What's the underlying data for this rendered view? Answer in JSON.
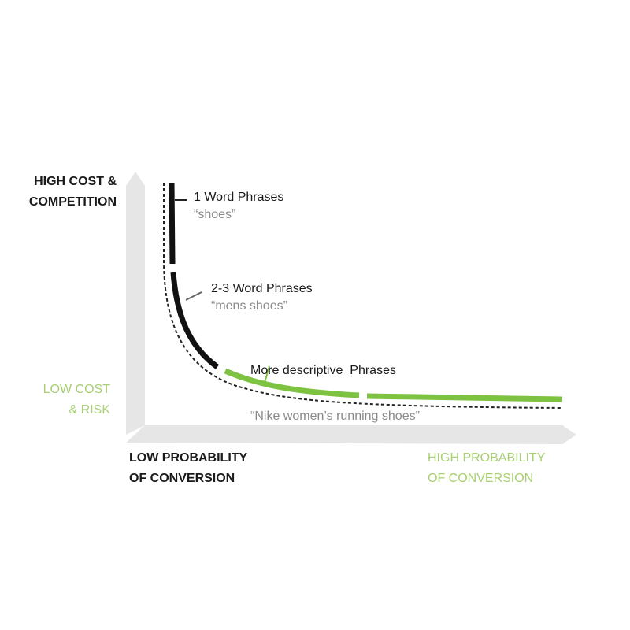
{
  "y_axis": {
    "top_label_line1": "HIGH COST &",
    "top_label_line2": "COMPETITION",
    "bottom_label_line1": "LOW COST",
    "bottom_label_line2": "& RISK"
  },
  "x_axis": {
    "left_label_line1": "LOW PROBABILITY",
    "left_label_line2": "OF CONVERSION",
    "right_label_line1": "HIGH PROBABILITY",
    "right_label_line2": "OF CONVERSION"
  },
  "segments": [
    {
      "title": "1 Word Phrases",
      "example": "“shoes”",
      "color": "#111111"
    },
    {
      "title": "2-3 Word Phrases",
      "example": "“mens shoes”",
      "color": "#111111"
    },
    {
      "title": "More descriptive  Phrases",
      "example": "“Nike women’s running shoes”",
      "color": "#7ec242"
    }
  ],
  "colors": {
    "axis": "#e6e6e6",
    "dark_text": "#1a1a1a",
    "green_text": "#a8cf73",
    "example_text": "#8a8a8a"
  }
}
